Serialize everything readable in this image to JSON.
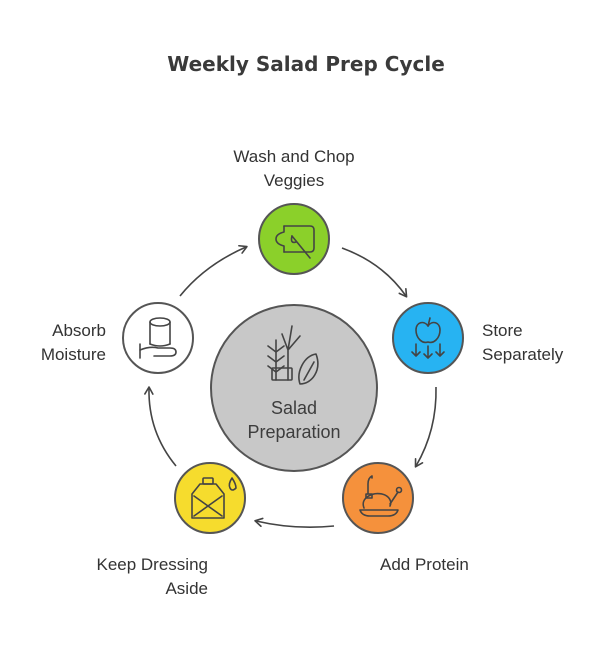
{
  "title": "Weekly Salad Prep Cycle",
  "center": {
    "line1": "Salad",
    "line2": "Preparation",
    "color": "#c8c8c8",
    "icon": "wheat-and-leaf-icon"
  },
  "steps": [
    {
      "line1": "Wash and Chop",
      "line2": "Veggies",
      "color": "#8bd02a",
      "icon": "cutting-board-knife-icon"
    },
    {
      "line1": "Store",
      "line2": "Separately",
      "color": "#27b3f2",
      "icon": "apple-down-arrows-icon"
    },
    {
      "line1": "Add Protein",
      "line2": "",
      "color": "#f5913c",
      "icon": "roast-chicken-icon"
    },
    {
      "line1": "Keep Dressing",
      "line2": "Aside",
      "color": "#f6dc2d",
      "icon": "crossed-bottle-icon"
    },
    {
      "line1": "Absorb",
      "line2": "Moisture",
      "color": "#ffffff",
      "icon": "hand-paper-towel-icon"
    }
  ]
}
